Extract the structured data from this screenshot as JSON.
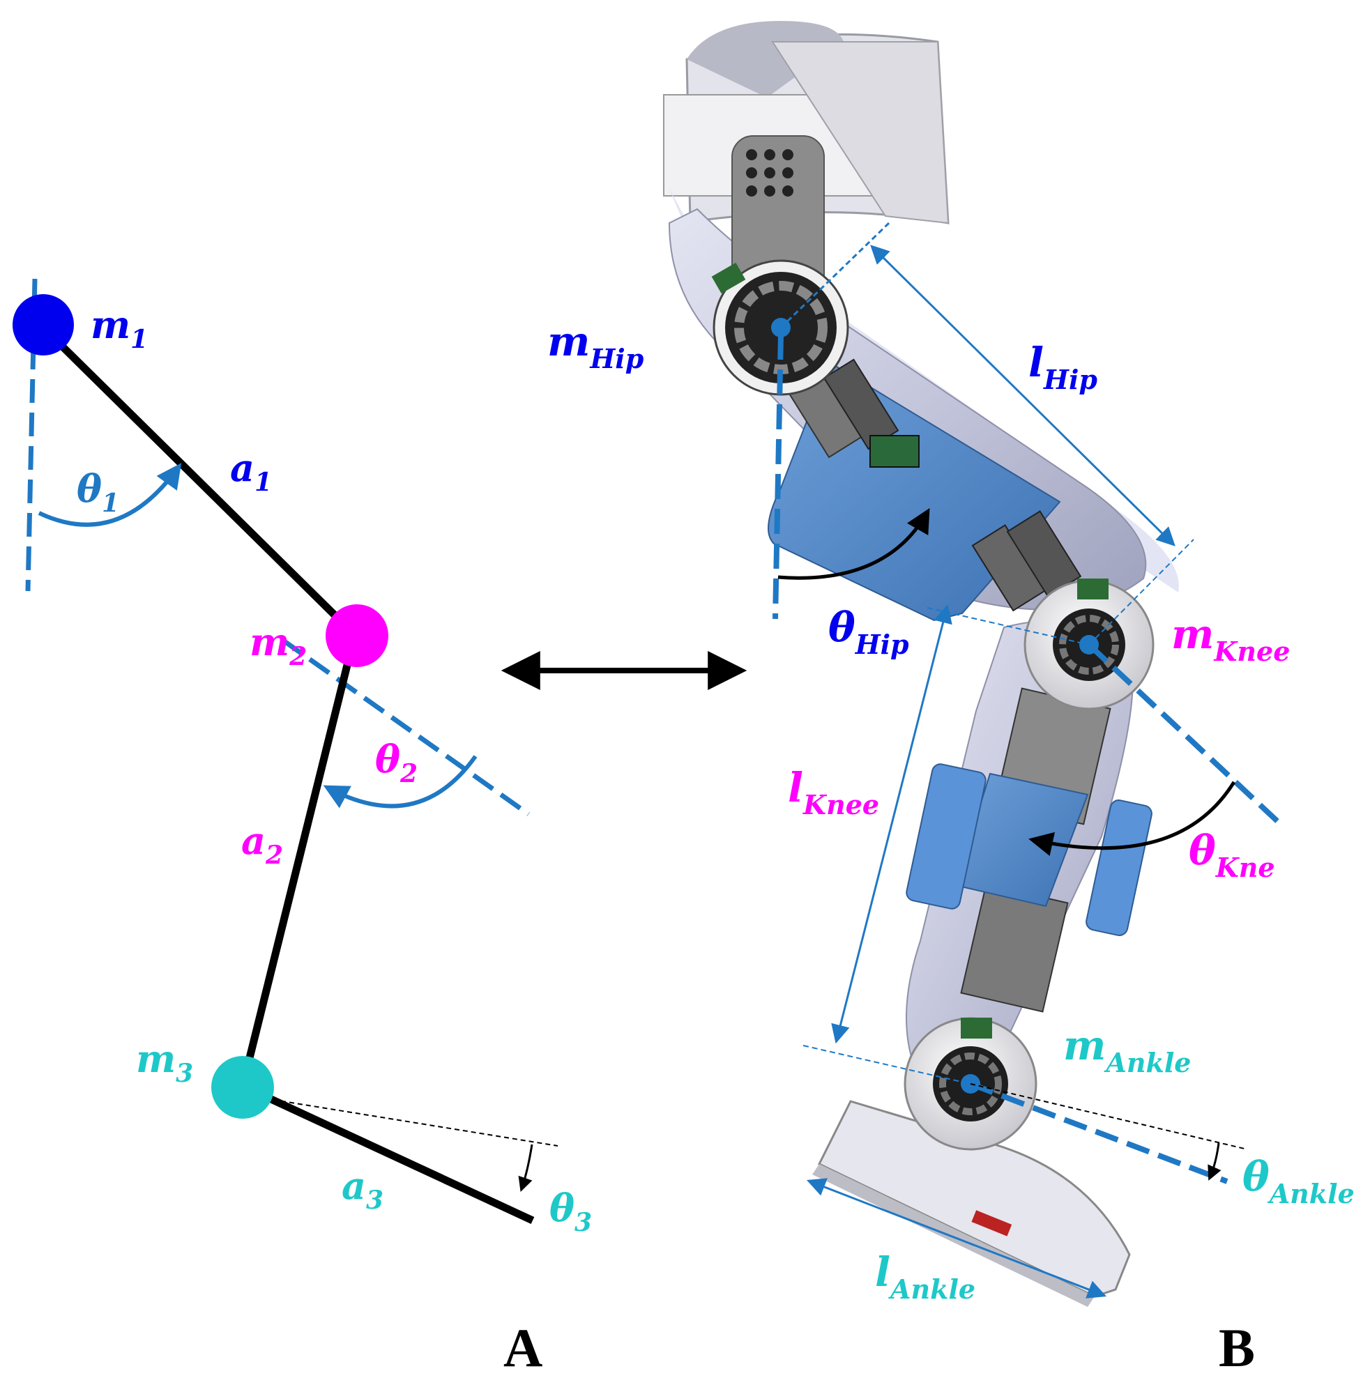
{
  "colors": {
    "m1": "#0000ee",
    "m2": "#ff00ff",
    "m3": "#1ec8c8",
    "arc": "#1f78c4",
    "link": "#000000",
    "device_blue": "#4d87c9",
    "device_silver": "#c9cbda"
  },
  "panel_a": {
    "label": "A",
    "masses": [
      {
        "base": "m",
        "sub": "1"
      },
      {
        "base": "m",
        "sub": "2"
      },
      {
        "base": "m",
        "sub": "3"
      }
    ],
    "links": [
      {
        "base": "a",
        "sub": "1"
      },
      {
        "base": "a",
        "sub": "2"
      },
      {
        "base": "a",
        "sub": "3"
      }
    ],
    "angles": [
      {
        "base": "θ",
        "sub": "1"
      },
      {
        "base": "θ",
        "sub": "2"
      },
      {
        "base": "θ",
        "sub": "3"
      }
    ]
  },
  "panel_b": {
    "label": "B",
    "masses": [
      {
        "base": "m",
        "sub": "Hip"
      },
      {
        "base": "m",
        "sub": "Knee"
      },
      {
        "base": "m",
        "sub": "Ankle"
      }
    ],
    "lengths": [
      {
        "base": "l",
        "sub": "Hip"
      },
      {
        "base": "l",
        "sub": "Knee"
      },
      {
        "base": "l",
        "sub": "Ankle"
      }
    ],
    "angles": [
      {
        "base": "θ",
        "sub": "Hip"
      },
      {
        "base": "θ",
        "sub": "Kne"
      },
      {
        "base": "θ",
        "sub": "Ankle"
      }
    ]
  }
}
